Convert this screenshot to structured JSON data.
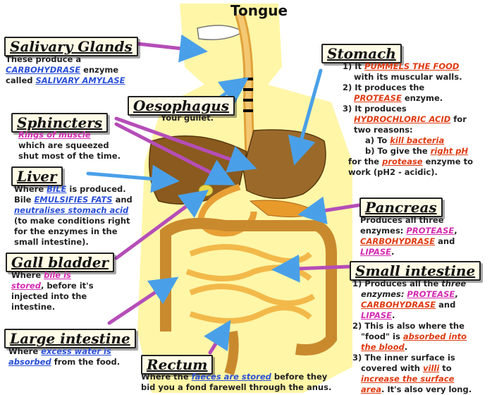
{
  "tongue": "Tongue",
  "salivary": {
    "title": "Salivary Glands",
    "line1": "These produce a",
    "term1": "CARBOHYDRASE",
    "line2": " enzyme",
    "line3": "called ",
    "term2": "SALIVARY AMYLASE"
  },
  "oesophagus": {
    "title": "Oesophagus",
    "desc": "Your gullet."
  },
  "sphincters": {
    "title": "Sphincters",
    "term": "Rings of muscle",
    "line2": "which are squeezed",
    "line3": "shut most of the time."
  },
  "liver": {
    "title": "Liver",
    "a": "Where ",
    "b": "BILE",
    "c": " is produced.",
    "d": "Bile ",
    "e": "EMULSIFIES FATS",
    "f": " and",
    "g": "neutralises stomach acid",
    "h": "(to make conditions right",
    "i": "for the enzymes in the",
    "j": "small intestine)."
  },
  "gall": {
    "title": "Gall bladder",
    "a": "Where ",
    "b": "bile is",
    "c": "stored",
    "d": ", before it's",
    "e": "injected into the",
    "f": "intestine."
  },
  "large": {
    "title": "Large intestine",
    "a": "Where ",
    "b": "excess water is",
    "c": "absorbed",
    "d": " from the food."
  },
  "rectum": {
    "title": "Rectum",
    "a": "Where the ",
    "b": "faeces are stored",
    "c": " before they",
    "d": "bid you a fond farewell through the anus."
  },
  "stomach": {
    "title": "Stomach",
    "i1a": "1) It ",
    "i1b": "PUMMELS THE FOOD",
    "i1c": "with its muscular walls.",
    "i2a": "2) It produces the",
    "i2b": "PROTEASE",
    "i2c": " enzyme.",
    "i3a": "3) It produces",
    "i3b": "HYDROCHLORIC ACID",
    "i3c": " for",
    "i3d": "two reasons:",
    "ra": "a) To ",
    "rb": "kill bacteria",
    "rc": "b) To give the ",
    "rd": "right pH",
    "re": "for the ",
    "rf": "protease",
    "rg": " enzyme to",
    "rh": "work (pH2 - acidic)."
  },
  "pancreas": {
    "title": "Pancreas",
    "a": "Produces all three",
    "b": "enzymes: ",
    "c": "PROTEASE",
    "d": ",",
    "e": "CARBOHYDRASE",
    "f": "  and",
    "g": "LIPASE",
    "h": "."
  },
  "small": {
    "title": "Small intestine",
    "a": "1) Produces all the ",
    "b": "three",
    "c": "enzymes: ",
    "d": "PROTEASE",
    "e": ",",
    "f": "CARBOHYDRASE",
    "g": " and",
    "h": "LIPASE",
    "i": ".",
    "j": "2) This is also where the",
    "k": "\"food\" is ",
    "l": "absorbed into",
    "m": "the blood",
    "n": ".",
    "o": "3) The inner surface is",
    "p": "covered with ",
    "q": "villi",
    "r": " to",
    "s": "increase the surface",
    "t": "area",
    "u": ". It's also very long."
  }
}
